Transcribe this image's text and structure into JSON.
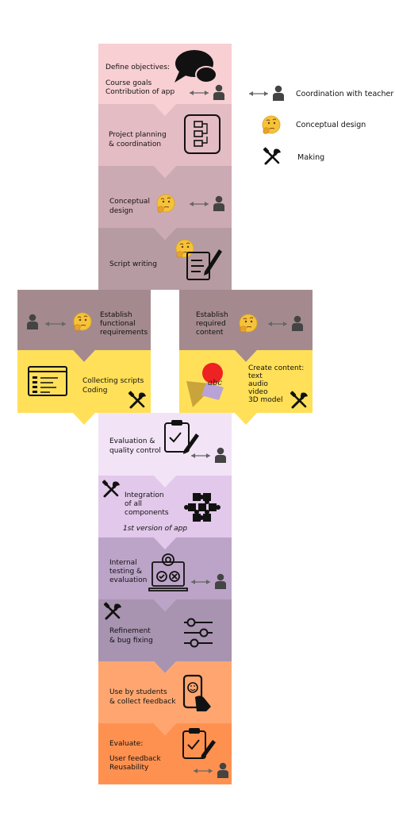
{
  "legend": [
    {
      "icon": "arrow-person-icon",
      "label": "Coordination with teacher"
    },
    {
      "icon": "thinking-emoji-icon",
      "label": "Conceptual design"
    },
    {
      "icon": "tools-icon",
      "label": "Making"
    }
  ],
  "steps": [
    {
      "id": "define",
      "lines": [
        "Define objectives:",
        "",
        "Course goals",
        "Contribution of app"
      ],
      "color": "#f8cfd3"
    },
    {
      "id": "planning",
      "lines": [
        "Project planning",
        "& coordination"
      ],
      "color": "#e4bcc3"
    },
    {
      "id": "concept",
      "lines": [
        "Conceptual",
        "design"
      ],
      "color": "#ccaab3"
    },
    {
      "id": "script",
      "lines": [
        "Script writing"
      ],
      "color": "#b69ba3"
    },
    {
      "id": "functional",
      "lines": [
        "Establish",
        "functional",
        "requirements"
      ],
      "color": "#a48a8e"
    },
    {
      "id": "content-req",
      "lines": [
        "Establish",
        "required",
        "content"
      ],
      "color": "#a48a8e"
    },
    {
      "id": "collect",
      "lines": [
        "Collecting scripts",
        "Coding"
      ],
      "color": "#ffe058"
    },
    {
      "id": "create",
      "lines": [
        "Create content:",
        "text",
        "audio",
        "video",
        "3D model"
      ],
      "color": "#ffe058"
    },
    {
      "id": "evaluation",
      "lines": [
        "Evaluation &",
        "quality control"
      ],
      "color": "#f2e4f6"
    },
    {
      "id": "integration",
      "lines": [
        "Integration",
        "of all",
        "components"
      ],
      "note": "1st version of app",
      "color": "#e2c8ea"
    },
    {
      "id": "internal",
      "lines": [
        "Internal",
        "testing &",
        "evaluation"
      ],
      "color": "#bca4c8"
    },
    {
      "id": "refinement",
      "lines": [
        "Refinement",
        "& bug fixing"
      ],
      "color": "#a893b0"
    },
    {
      "id": "use",
      "lines": [
        "Use by students",
        "& collect feedback"
      ],
      "color": "#ffa670"
    },
    {
      "id": "evaluate",
      "lines": [
        "Evaluate:",
        "",
        "User feedback",
        "Reusability"
      ],
      "color": "#ff9150"
    }
  ],
  "create_icon_text": "abc",
  "colors": {
    "icon": "#111111",
    "person": "#444444",
    "emoji": "#f6c23a",
    "red": "#ee2222",
    "gold": "#c9a43b",
    "lilac": "#b9a2d8"
  }
}
